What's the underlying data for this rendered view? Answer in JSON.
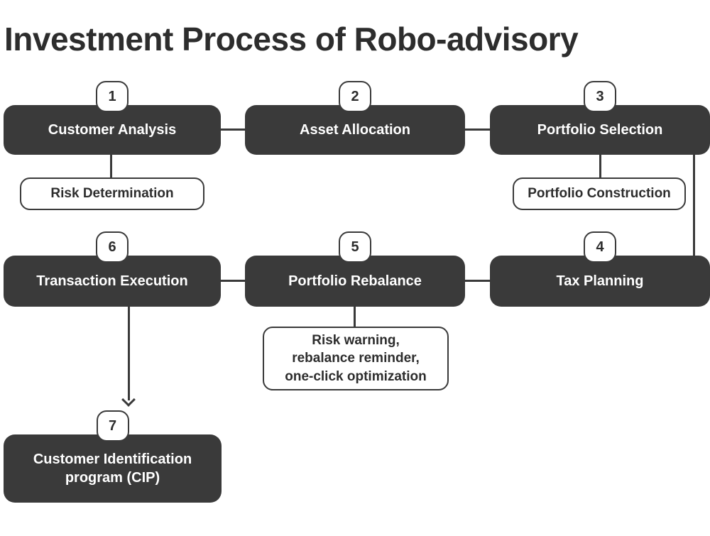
{
  "title": "Investment Process of Robo-advisory",
  "colors": {
    "node_background": "#3a3a3a",
    "node_text": "#ffffff",
    "outline": "#3a3a3a",
    "page_background": "#ffffff"
  },
  "nodes": {
    "step1": {
      "number": "1",
      "label": "Customer Analysis"
    },
    "step2": {
      "number": "2",
      "label": "Asset Allocation"
    },
    "step3": {
      "number": "3",
      "label": "Portfolio Selection"
    },
    "step4": {
      "number": "4",
      "label": "Tax Planning"
    },
    "step5": {
      "number": "5",
      "label": "Portfolio Rebalance"
    },
    "step6": {
      "number": "6",
      "label": "Transaction Execution"
    },
    "step7": {
      "number": "7",
      "label": "Customer Identification\nprogram (CIP)"
    }
  },
  "annotations": {
    "risk_determination": "Risk Determination",
    "portfolio_construction": "Portfolio Construction",
    "rebalance_note": "Risk warning,\nrebalance reminder,\none-click optimization"
  }
}
